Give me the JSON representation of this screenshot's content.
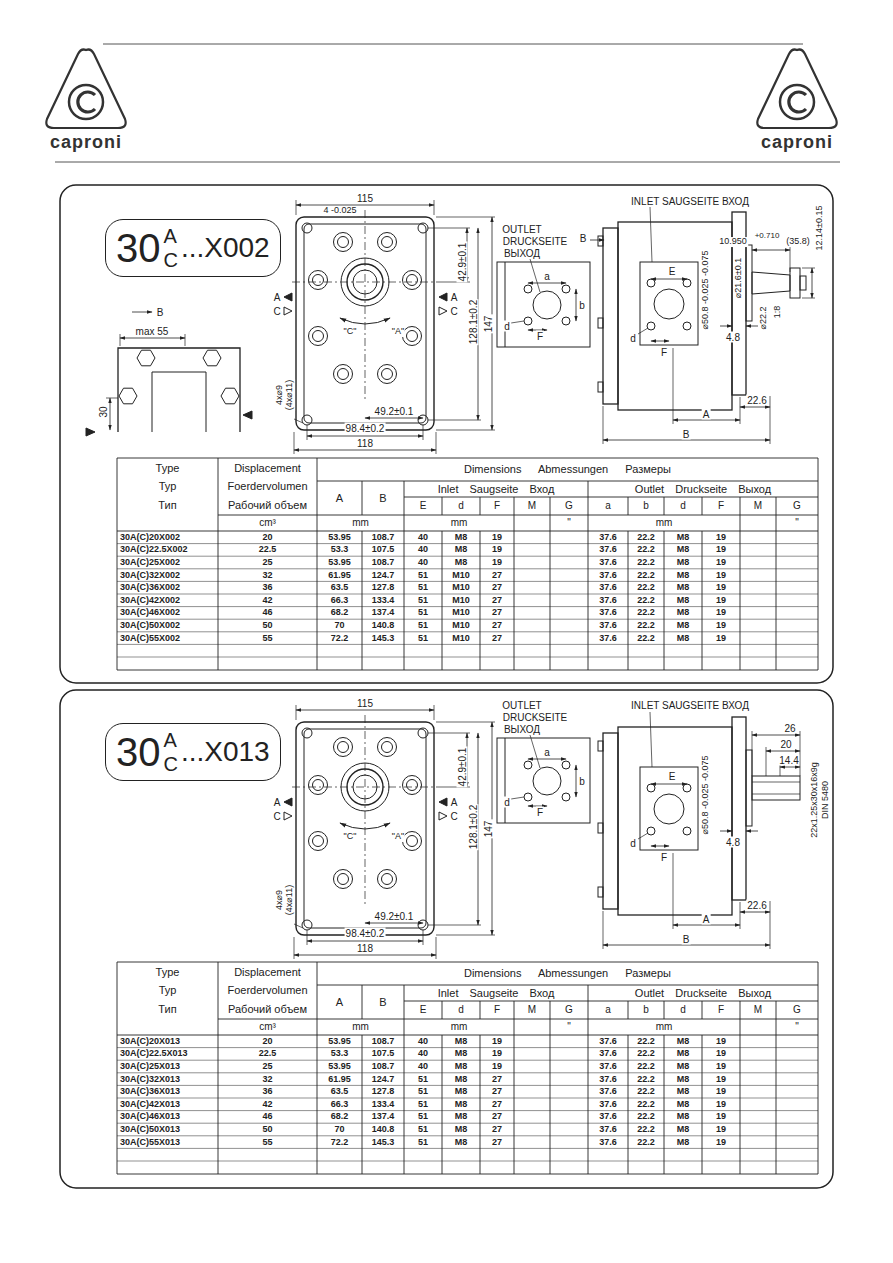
{
  "diagram": {
    "nodes": [
      {
        "text": [
          "30",
          "A",
          "C",
          "...X002"
        ]
      },
      {
        "text": [
          "30",
          "A",
          "C",
          "...X013"
        ]
      }
    ],
    "labels": [
      "caproni",
      "caproni",
      "115",
      "4 -0.025",
      "42.9±0.1",
      "128.1±0.2",
      "147",
      "A",
      "C",
      "A",
      "C",
      "\"C\"",
      "\"A\"",
      "4x⌀9",
      "(4x⌀11)",
      "49.2±0.1",
      "98.4±0.2",
      "118",
      "B",
      "max 55",
      "30",
      "OUTLET",
      "DRUCKSEITE",
      "ВЫХОД",
      "B",
      "a",
      "b",
      "d",
      "F",
      "INLET SAUGSEITE ВХОД",
      "10.950",
      "+0.710",
      "(35.8)",
      "12.14±0.15",
      "E",
      "⌀50.8 -0.025 -0.075",
      "⌀21.6±0.1",
      "⌀22.2",
      "1:8",
      "4.8",
      "d",
      "F",
      "A",
      "22.6",
      "B",
      "Type",
      "Typ",
      "Тип",
      "Displacement",
      "Foerdervolumen",
      "Рабочий объем",
      "Dimensions Abmessungen Размеры",
      "A",
      "B",
      "Inlet Saugseite Вход",
      "E",
      "d",
      "F",
      "M",
      "G",
      "Outlet Druckseite Выход",
      "a",
      "b",
      "d",
      "F",
      "M",
      "G",
      "cm³",
      "mm",
      "mm",
      "\"",
      "mm",
      "\"",
      "30A(C)20X002",
      "20",
      "53.95",
      "108.7",
      "40",
      "M8",
      "19",
      "37.6",
      "22.2",
      "M8",
      "19",
      "30A(C)22.5X002",
      "22.5",
      "53.3",
      "107.5",
      "40",
      "M8",
      "19",
      "37.6",
      "22.2",
      "M8",
      "19",
      "30A(C)25X002",
      "25",
      "53.95",
      "108.7",
      "40",
      "M8",
      "19",
      "37.6",
      "22.2",
      "M8",
      "19",
      "30A(C)32X002",
      "32",
      "61.95",
      "124.7",
      "51",
      "M10",
      "27",
      "37.6",
      "22.2",
      "M8",
      "19",
      "30A(C)36X002",
      "36",
      "63.5",
      "127.8",
      "51",
      "M10",
      "27",
      "37.6",
      "22.2",
      "M8",
      "19",
      "30A(C)42X002",
      "42",
      "66.3",
      "133.4",
      "51",
      "M10",
      "27",
      "37.6",
      "22.2",
      "M8",
      "19",
      "30A(C)46X002",
      "46",
      "68.2",
      "137.4",
      "51",
      "M10",
      "27",
      "37.6",
      "22.2",
      "M8",
      "19",
      "30A(C)50X002",
      "50",
      "70",
      "140.8",
      "51",
      "M10",
      "27",
      "37.6",
      "22.2",
      "M8",
      "19",
      "30A(C)55X002",
      "55",
      "72.2",
      "145.3",
      "51",
      "M10",
      "27",
      "37.6",
      "22.2",
      "M8",
      "19",
      "115",
      "42.9±0.1",
      "128.1±0.2",
      "147",
      "A",
      "C",
      "A",
      "C",
      "\"C\"",
      "\"A\"",
      "4x⌀9",
      "(4x⌀11)",
      "49.2±0.1",
      "98.4±0.2",
      "118",
      "OUTLET",
      "DRUCKSEITE",
      "ВЫХОД",
      "a",
      "b",
      "d",
      "F",
      "INLET SAUGSEITE ВХОД",
      "26",
      "20",
      "14.4",
      "E",
      "⌀50.8 -0.025 -0.075",
      "4.8",
      "22x1.25x30x16x9g",
      "DIN 5480",
      "d",
      "F",
      "A",
      "22.6",
      "B",
      "Type",
      "Typ",
      "Тип",
      "Displacement",
      "Foerdervolumen",
      "Рабочий объем",
      "Dimensions Abmessungen Размеры",
      "A",
      "B",
      "Inlet Saugseite Вход",
      "E",
      "d",
      "F",
      "M",
      "G",
      "Outlet Druckseite Выход",
      "a",
      "b",
      "d",
      "F",
      "M",
      "G",
      "cm³",
      "mm",
      "mm",
      "\"",
      "mm",
      "\"",
      "30A(C)20X013",
      "20",
      "53.95",
      "108.7",
      "40",
      "M8",
      "19",
      "37.6",
      "22.2",
      "M8",
      "19",
      "30A(C)22.5X013",
      "22.5",
      "53.3",
      "107.5",
      "40",
      "M8",
      "19",
      "37.6",
      "22.2",
      "M8",
      "19",
      "30A(C)25X013",
      "25",
      "53.95",
      "108.7",
      "40",
      "M8",
      "19",
      "37.6",
      "22.2",
      "M8",
      "19",
      "30A(C)32X013",
      "32",
      "61.95",
      "124.7",
      "51",
      "M8",
      "27",
      "37.6",
      "22.2",
      "M8",
      "19",
      "30A(C)36X013",
      "36",
      "63.5",
      "127.8",
      "51",
      "M8",
      "27",
      "37.6",
      "22.2",
      "M8",
      "19",
      "30A(C)42X013",
      "42",
      "66.3",
      "133.4",
      "51",
      "M8",
      "27",
      "37.6",
      "22.2",
      "M8",
      "19",
      "30A(C)46X013",
      "46",
      "68.2",
      "137.4",
      "51",
      "M8",
      "27",
      "37.6",
      "22.2",
      "M8",
      "19",
      "30A(C)50X013",
      "50",
      "70",
      "140.8",
      "51",
      "M8",
      "27",
      "37.6",
      "22.2",
      "M8",
      "19",
      "30A(C)55X013",
      "55",
      "72.2",
      "145.3",
      "51",
      "M8",
      "27",
      "37.6",
      "22.2",
      "M8",
      "19"
    ]
  }
}
